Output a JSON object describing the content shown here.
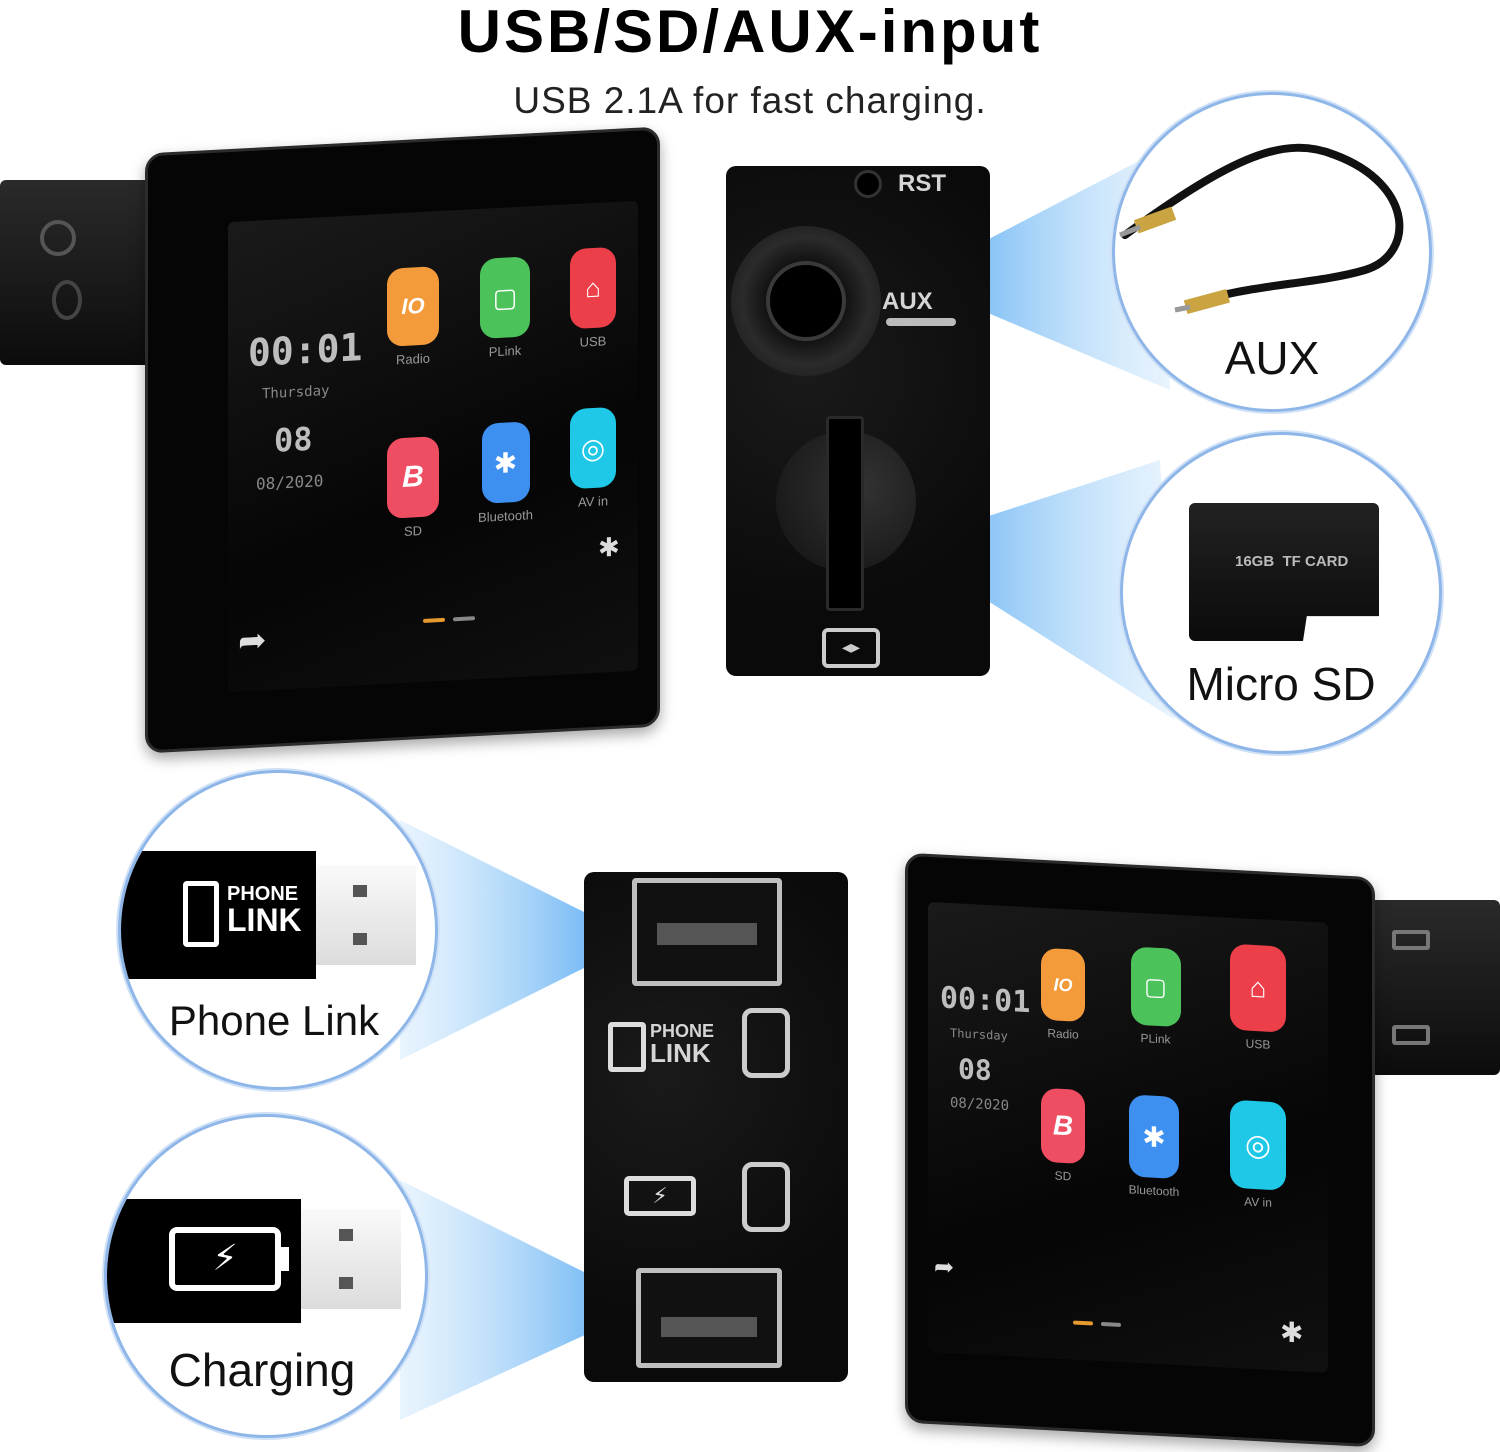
{
  "header": {
    "title": "USB/SD/AUX-input",
    "subtitle": "USB 2.1A for fast charging."
  },
  "colors": {
    "beam_blue": "#4aa3ee",
    "circle_border": "#8fb6e8",
    "radio_orange": "#f39a3a",
    "link_green": "#4cc25a",
    "usb_red": "#ec3f4a",
    "sd_red": "#ee4d62",
    "bluetooth_blue": "#3d8ff0",
    "avin_cyan": "#1ec8e6"
  },
  "head_unit_top": {
    "time": "00:01",
    "day": "Thursday",
    "date_big": "08",
    "date": "08/2020",
    "apps": [
      {
        "label": "Radio",
        "icon": "radio-icon",
        "glyph": "IO"
      },
      {
        "label": "PLink",
        "icon": "phone-link-icon",
        "glyph": "▢"
      },
      {
        "label": "USB",
        "icon": "usb-icon",
        "glyph": "⌂"
      },
      {
        "label": "SD",
        "icon": "sd-card-icon",
        "glyph": "B"
      },
      {
        "label": "Bluetooth",
        "icon": "bluetooth-icon",
        "glyph": "✱"
      },
      {
        "label": "AV in",
        "icon": "av-in-icon",
        "glyph": "◎"
      }
    ]
  },
  "head_unit_bottom": {
    "time": "00:01",
    "day": "Thursday",
    "date_big": "08",
    "date": "08/2020",
    "apps": [
      {
        "label": "Radio",
        "icon": "radio-icon",
        "glyph": "IO"
      },
      {
        "label": "PLink",
        "icon": "phone-link-icon",
        "glyph": "▢"
      },
      {
        "label": "USB",
        "icon": "usb-icon",
        "glyph": "⌂"
      },
      {
        "label": "SD",
        "icon": "sd-card-icon",
        "glyph": "B"
      },
      {
        "label": "Bluetooth",
        "icon": "bluetooth-icon",
        "glyph": "✱"
      },
      {
        "label": "AV in",
        "icon": "av-in-icon",
        "glyph": "◎"
      }
    ]
  },
  "aux_panel": {
    "rst_label": "RST",
    "aux_label": "AUX"
  },
  "usb_panel": {
    "phone_link_logo_line1": "PHONE",
    "phone_link_logo_line2": "LINK"
  },
  "zooms": {
    "aux": "AUX",
    "micro_sd": "Micro SD",
    "sd_card_text": "16GB  TF CARD",
    "phone_link": "Phone Link",
    "charging": "Charging",
    "plug_logo_line1": "PHONE",
    "plug_logo_line2": "LINK"
  }
}
